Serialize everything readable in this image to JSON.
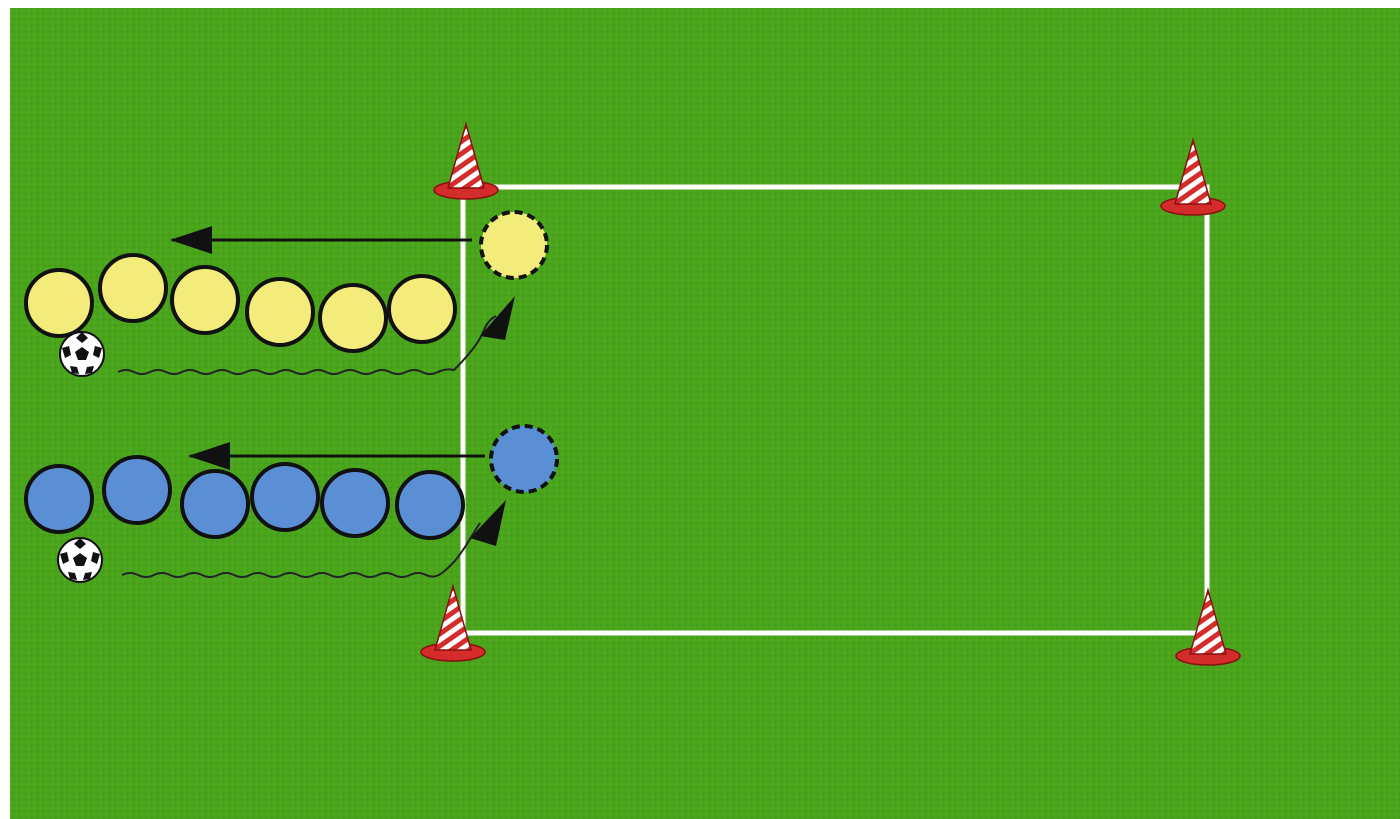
{
  "diagram": {
    "kind": "soccer-training-drill",
    "colors": {
      "pitch": "#4aa51c",
      "pitch_dark": "#3f9417",
      "lines": "#ffffff",
      "yellow_team": "#f3ec7a",
      "blue_team": "#5a8fd6",
      "cone_red": "#d42b2b",
      "arrow": "#111111"
    },
    "markers": {
      "cone": "cone-icon",
      "ball": "soccer-ball-icon",
      "player": "player-marker",
      "active_player": "dashed-player-marker"
    },
    "teams": [
      {
        "name_key": "yellow",
        "queued_players": 6,
        "active_players": 1,
        "has_ball": true
      },
      {
        "name_key": "blue",
        "queued_players": 6,
        "active_players": 1,
        "has_ball": true
      }
    ],
    "cones": 4,
    "arrows": {
      "pass_back": 2,
      "dribble_in": 2
    }
  }
}
